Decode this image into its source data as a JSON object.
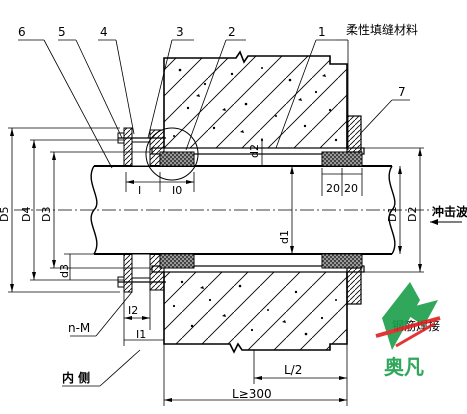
{
  "callouts": {
    "n6": "6",
    "n5": "5",
    "n4": "4",
    "n3": "3",
    "n2": "2",
    "n1": "1",
    "n7": "7",
    "filler": "柔性填缝材料"
  },
  "dims": {
    "D5": "D5",
    "D4": "D4",
    "D3": "D3",
    "D1": "D1",
    "D2": "D2",
    "d1": "d1",
    "d2": "d2",
    "d3": "d3",
    "I": "I",
    "I0": "I0",
    "I1": "I1",
    "I2": "I2",
    "n20a": "20",
    "n20b": "20",
    "nM": "n-M",
    "L2": "L/2",
    "L300": "L≥300",
    "inner_side": "内 侧",
    "impact_wave": "冲击波",
    "rebar_partial": "钢筋焊接"
  },
  "logo": {
    "text": "奥凡",
    "colors": {
      "red": "#e02020",
      "green": "#1a9e4a"
    }
  }
}
